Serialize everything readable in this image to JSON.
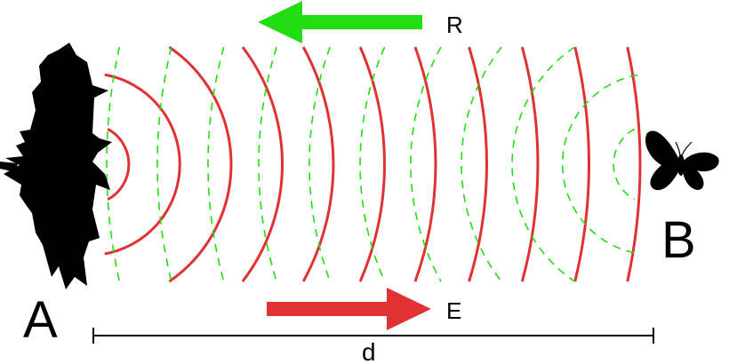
{
  "labels": {
    "reflected": "R",
    "emitted": "E",
    "source": "A",
    "target": "B",
    "distance": "d"
  },
  "colors": {
    "emitted_wave": "#e03232",
    "reflected_wave": "#22dd11",
    "silhouette": "#000000"
  },
  "icons": {
    "source": "bat-icon",
    "target": "butterfly-icon"
  },
  "wave_counts": {
    "emitted": 11,
    "reflected": 11
  }
}
